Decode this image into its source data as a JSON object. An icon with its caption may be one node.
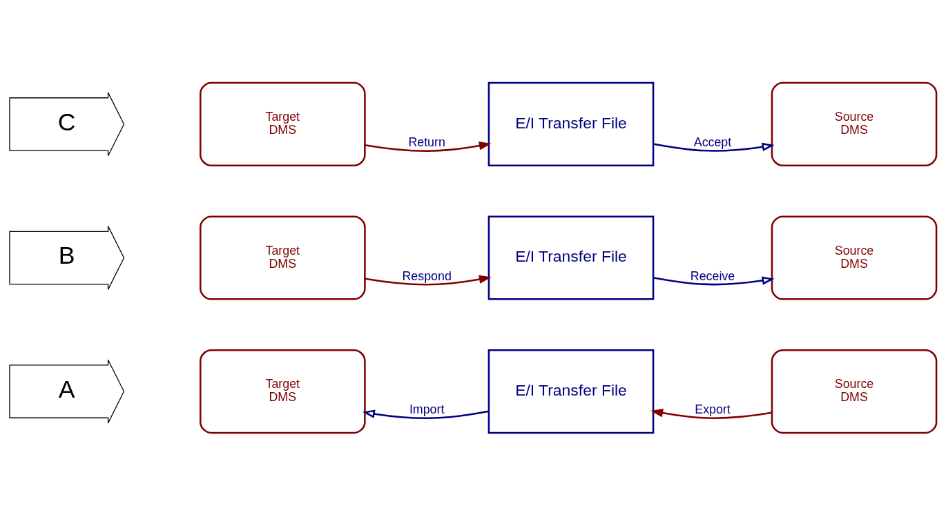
{
  "diagram": {
    "nodes": [
      {
        "text": [
          "A"
        ]
      },
      {
        "text": [
          "Target",
          "DMS"
        ]
      },
      {
        "text": [
          "E/I Transfer File"
        ]
      },
      {
        "text": [
          "Source",
          "DMS"
        ]
      },
      {
        "text": [
          "B"
        ]
      },
      {
        "text": [
          "Target",
          "DMS"
        ]
      },
      {
        "text": [
          "E/I Transfer File"
        ]
      },
      {
        "text": [
          "Source",
          "DMS"
        ]
      },
      {
        "text": [
          "C"
        ]
      },
      {
        "text": [
          "Target",
          "DMS"
        ]
      },
      {
        "text": [
          "E/I Transfer File"
        ]
      },
      {
        "text": [
          "Source",
          "DMS"
        ]
      }
    ],
    "edges": [
      {
        "from": 2,
        "to": 1,
        "arrow": "to",
        "label": "Import",
        "color": "#000080"
      },
      {
        "from": 3,
        "to": 2,
        "arrow": "to",
        "label": "Export",
        "color": "#800000"
      },
      {
        "from": 5,
        "to": 6,
        "arrow": "to",
        "label": "Respond",
        "color": "#800000"
      },
      {
        "from": 6,
        "to": 7,
        "arrow": "to",
        "label": "Receive",
        "color": "#000080"
      },
      {
        "from": 9,
        "to": 10,
        "arrow": "to",
        "label": "Return",
        "color": "#800000"
      },
      {
        "from": 10,
        "to": 11,
        "arrow": "to",
        "label": "Accept",
        "color": "#000080"
      }
    ]
  }
}
